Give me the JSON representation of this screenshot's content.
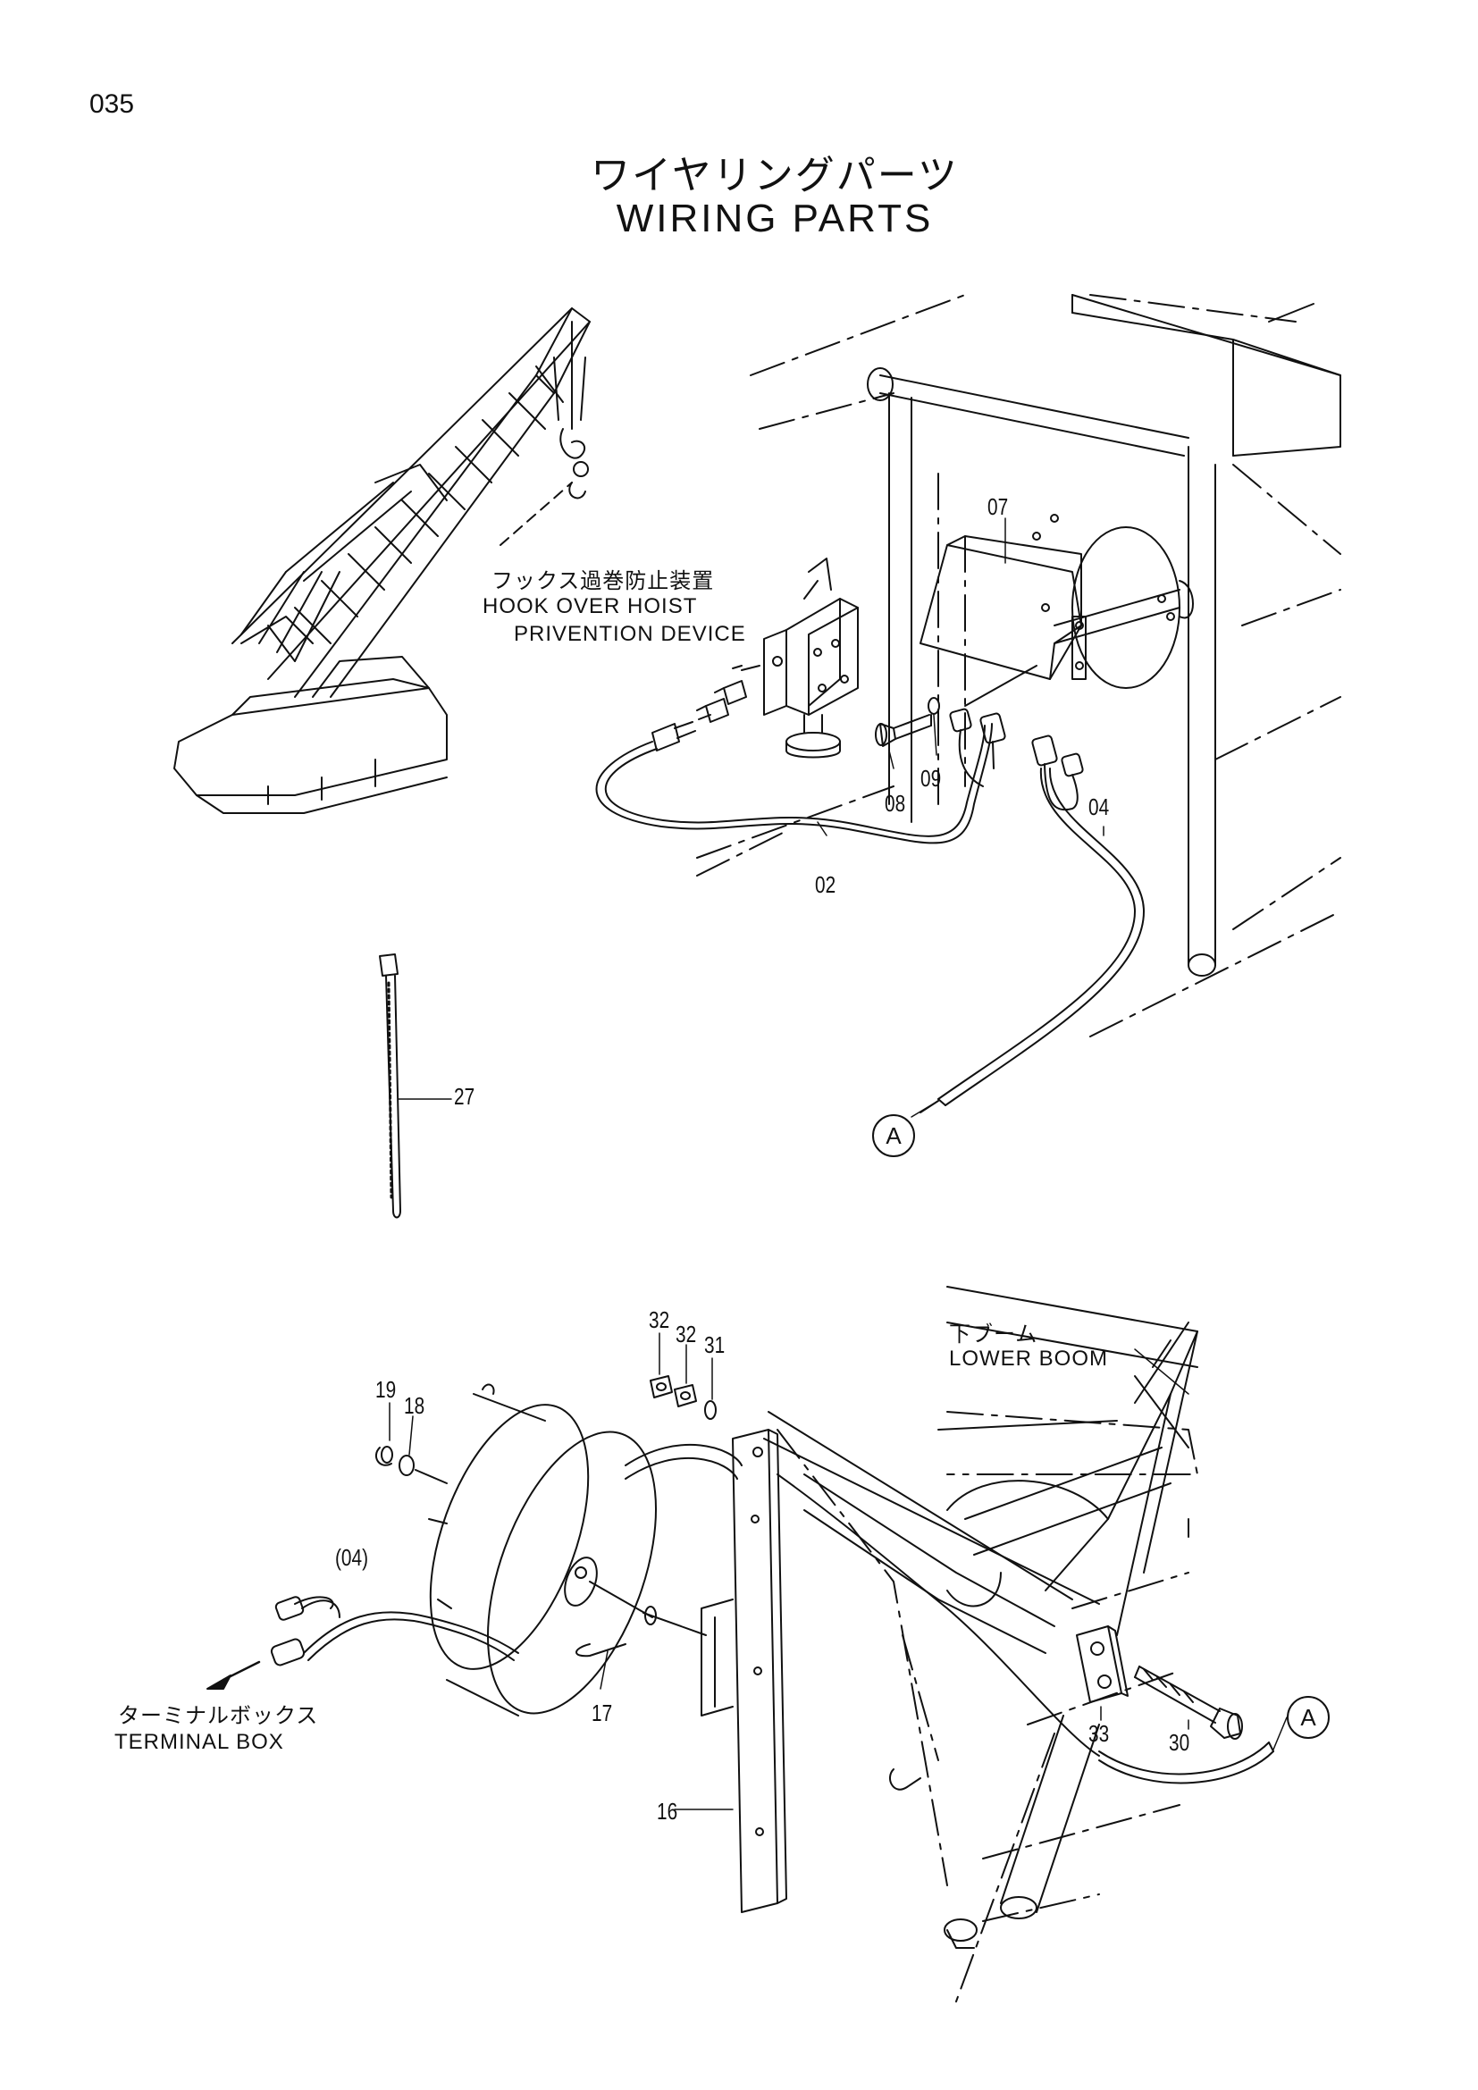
{
  "page_number": "035",
  "title_jp": "ワイヤリングパーツ",
  "title_en": "WIRING   PARTS",
  "labels": {
    "hook_device_jp": "フックス過巻防止装置",
    "hook_device_en1": "HOOK OVER HOIST",
    "hook_device_en2": "PRIVENTION DEVICE",
    "lower_boom_jp": "下ブーム",
    "lower_boom_en": "LOWER BOOM",
    "terminal_jp": "ターミナルボックス",
    "terminal_en": "TERMINAL BOX"
  },
  "parts": {
    "p07": "07",
    "p08": "08",
    "p09": "09",
    "p02": "02",
    "p04": "04",
    "p27": "27",
    "p32a": "32",
    "p32b": "32",
    "p31": "31",
    "p19": "19",
    "p18": "18",
    "p04b": "(04)",
    "p17": "17",
    "p16": "16",
    "p33": "33",
    "p30": "30"
  },
  "connectors": {
    "a_top": "A",
    "a_bottom": "A"
  }
}
